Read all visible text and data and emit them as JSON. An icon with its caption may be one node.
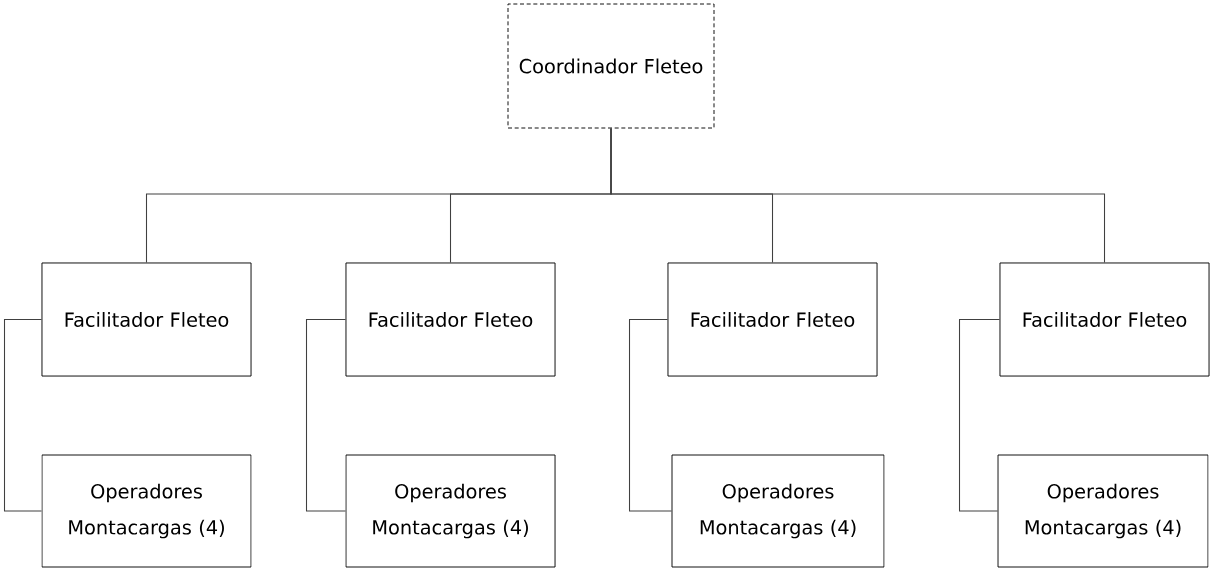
{
  "diagram": {
    "nodes": [
      {
        "text": [
          "Coordinador Fleteo"
        ]
      },
      {
        "text": [
          "Facilitador Fleteo"
        ]
      },
      {
        "text": [
          "Facilitador Fleteo"
        ]
      },
      {
        "text": [
          "Facilitador Fleteo"
        ]
      },
      {
        "text": [
          "Facilitador Fleteo"
        ]
      },
      {
        "text": [
          "Operadores Montacargas (4)"
        ]
      },
      {
        "text": [
          "Operadores Montacargas (4)"
        ]
      },
      {
        "text": [
          "Operadores Montacargas (4)"
        ]
      },
      {
        "text": [
          "Operadores Montacargas (4)"
        ]
      }
    ],
    "edges": [
      {
        "from": 0,
        "to": 1,
        "arrow": "none"
      },
      {
        "from": 0,
        "to": 2,
        "arrow": "none"
      },
      {
        "from": 0,
        "to": 3,
        "arrow": "none"
      },
      {
        "from": 0,
        "to": 4,
        "arrow": "none"
      },
      {
        "from": 1,
        "to": 5,
        "arrow": "none"
      },
      {
        "from": 2,
        "to": 6,
        "arrow": "none"
      },
      {
        "from": 3,
        "to": 7,
        "arrow": "none"
      },
      {
        "from": 4,
        "to": 8,
        "arrow": "none"
      }
    ]
  }
}
